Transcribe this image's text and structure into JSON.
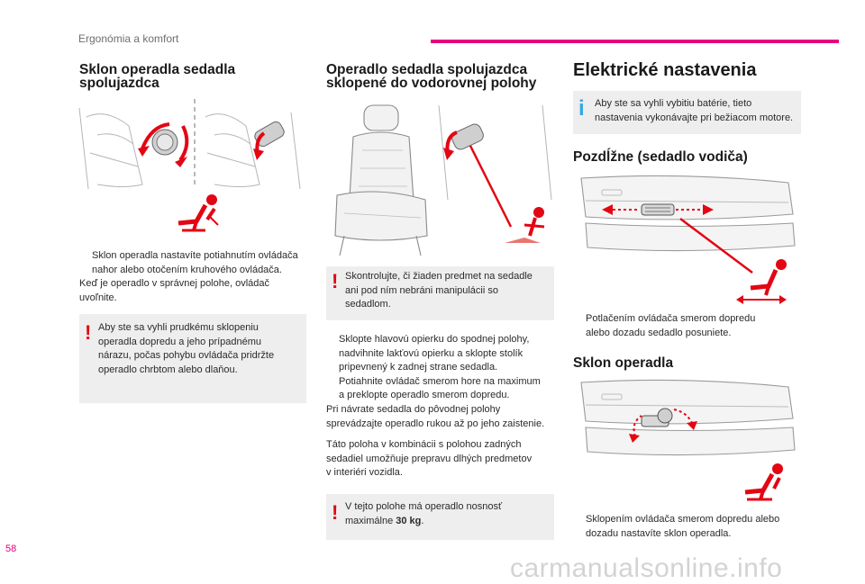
{
  "header": {
    "section": "Ergonómia a komfort",
    "page_number": "58"
  },
  "watermark": "carmanualsonline.info",
  "col1": {
    "title_line1": "Sklon operadla sedadla",
    "title_line2": "spolujazdca",
    "bullet_line1": "Sklon operadla nastavíte potiahnutím ovládača",
    "bullet_line2": "nahor alebo otočením kruhového ovládača.",
    "para_line1": "Keď je operadlo v správnej polohe, ovládač",
    "para_line2": "uvoľnite.",
    "warning_line1": "Aby ste sa vyhli prudkému sklopeniu",
    "warning_line2": "operadla dopredu a jeho prípadnému",
    "warning_line3": "nárazu, počas pohybu ovládača pridržte",
    "warning_line4": "operadlo chrbtom alebo dlaňou."
  },
  "col2": {
    "title_line1": "Operadlo sedadla spolujazdca",
    "title_line2": "sklopené do vodorovnej polohy",
    "warning_line1": "Skontrolujte, či žiaden predmet na sedadle",
    "warning_line2": "ani pod ním nebráni manipulácii so",
    "warning_line3": "sedadlom.",
    "bullet1_line1": "Sklopte hlavovú opierku do spodnej polohy,",
    "bullet1_line2": "nadvihnite lakťovú opierku a sklopte stolík",
    "bullet1_line3": "pripevnený k zadnej strane sedadla.",
    "bullet2_line1": "Potiahnite ovládač smerom hore na maximum",
    "bullet2_line2": "a preklopte operadlo smerom dopredu.",
    "para1_line1": "Pri návrate sedadla do pôvodnej polohy",
    "para1_line2": "sprevádzajte operadlo rukou až po jeho zaistenie.",
    "para2_line1": "Táto poloha v kombinácii s polohou zadných",
    "para2_line2": "sedadiel umožňuje prepravu dlhých predmetov",
    "para2_line3": "v interiéri vozidla.",
    "warning2_line1": "V tejto polohe má operadlo nosnosť",
    "warning2_prefix": "maximálne ",
    "warning2_bold": "30 kg",
    "warning2_suffix": "."
  },
  "col3": {
    "title": "Elektrické nastavenia",
    "info_line1": "Aby ste sa vyhli vybitiu batérie, tieto",
    "info_line2": "nastavenia vykonávajte pri bežiacom motore.",
    "sub1": "Pozdĺžne (sedadlo vodiča)",
    "sub1_bullet_line1": "Potlačením ovládača smerom dopredu",
    "sub1_bullet_line2": "alebo dozadu sedadlo posuniete.",
    "sub2": "Sklon operadla",
    "sub2_bullet_line1": "Sklopením ovládača smerom dopredu alebo",
    "sub2_bullet_line2": "dozadu nastavíte sklon operadla."
  },
  "symbols": {
    "bullet": "",
    "warning": "!",
    "info": "i"
  },
  "colors": {
    "accent": "#e6007e",
    "warning": "#e30613",
    "info": "#36a9e1",
    "panel": "#eeeeee"
  }
}
